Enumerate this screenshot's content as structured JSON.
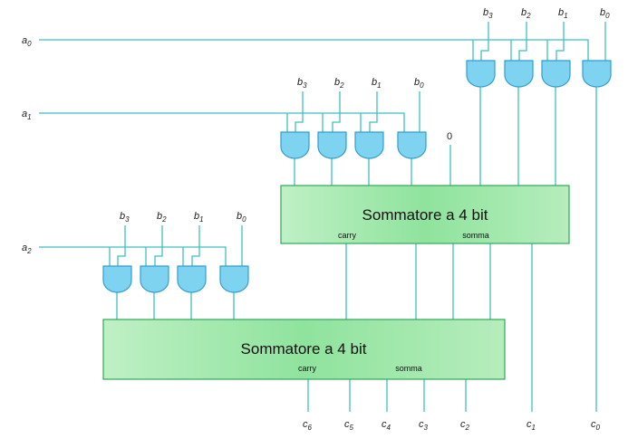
{
  "inputs": {
    "a": [
      {
        "base": "a",
        "sub": "0"
      },
      {
        "base": "a",
        "sub": "1"
      },
      {
        "base": "a",
        "sub": "2"
      }
    ],
    "b_row0": [
      {
        "base": "b",
        "sub": "3"
      },
      {
        "base": "b",
        "sub": "2"
      },
      {
        "base": "b",
        "sub": "1"
      },
      {
        "base": "b",
        "sub": "0"
      }
    ],
    "b_row1": [
      {
        "base": "b",
        "sub": "3"
      },
      {
        "base": "b",
        "sub": "2"
      },
      {
        "base": "b",
        "sub": "1"
      },
      {
        "base": "b",
        "sub": "0"
      }
    ],
    "b_row2": [
      {
        "base": "b",
        "sub": "3"
      },
      {
        "base": "b",
        "sub": "2"
      },
      {
        "base": "b",
        "sub": "1"
      },
      {
        "base": "b",
        "sub": "0"
      }
    ],
    "zero": "0"
  },
  "adders": [
    {
      "title": "Sommatore a 4 bit",
      "carry": "carry",
      "sum": "somma"
    },
    {
      "title": "Sommatore a 4 bit",
      "carry": "carry",
      "sum": "somma"
    }
  ],
  "outputs": [
    {
      "base": "c",
      "sub": "6"
    },
    {
      "base": "c",
      "sub": "5"
    },
    {
      "base": "c",
      "sub": "4"
    },
    {
      "base": "c",
      "sub": "3"
    },
    {
      "base": "c",
      "sub": "2"
    },
    {
      "base": "c",
      "sub": "1"
    },
    {
      "base": "c",
      "sub": "0"
    }
  ],
  "colors": {
    "wire": "#3fbfc4",
    "gate_fill": "#7dd3f0",
    "adder_fill": "#9ee6a8"
  }
}
